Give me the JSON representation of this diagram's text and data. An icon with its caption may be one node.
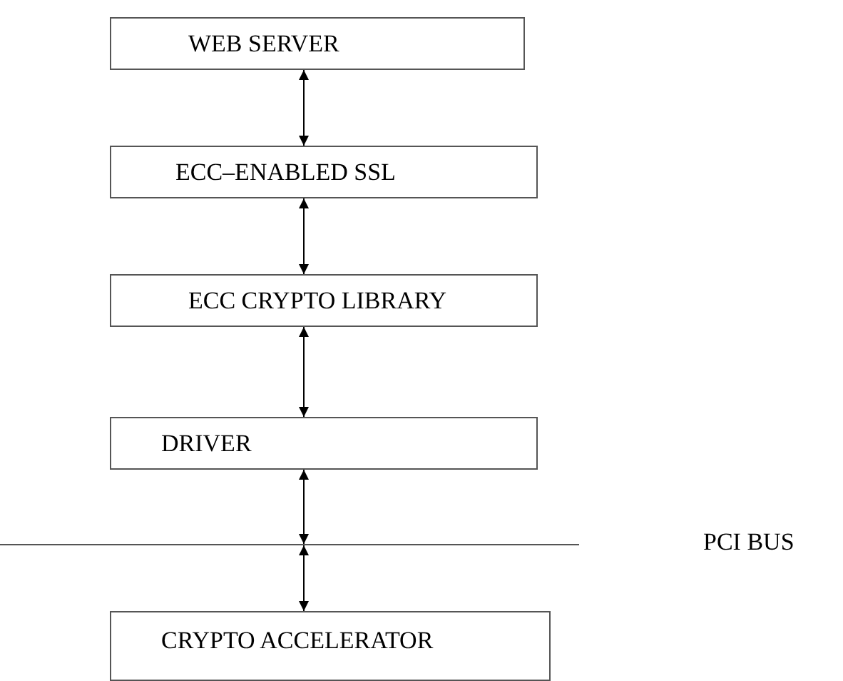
{
  "diagram": {
    "nodes": [
      {
        "text": [
          "WEB SERVER"
        ]
      },
      {
        "text": [
          "ECC–ENABLED SSL"
        ]
      },
      {
        "text": [
          "ECC CRYPTO LIBRARY"
        ]
      },
      {
        "text": [
          "DRIVER"
        ]
      },
      {
        "text": [],
        "shape": "bar"
      },
      {
        "text": [
          "CRYPTO ACCELERATOR"
        ]
      }
    ],
    "edges": [
      {
        "from": 0,
        "to": 1,
        "arrow": "both"
      },
      {
        "from": 1,
        "to": 2,
        "arrow": "both"
      },
      {
        "from": 2,
        "to": 3,
        "arrow": "both"
      },
      {
        "from": 3,
        "to": 4,
        "arrow": "both"
      },
      {
        "from": 4,
        "to": 5,
        "arrow": "both"
      }
    ],
    "labels": [
      "PCI BUS"
    ]
  }
}
